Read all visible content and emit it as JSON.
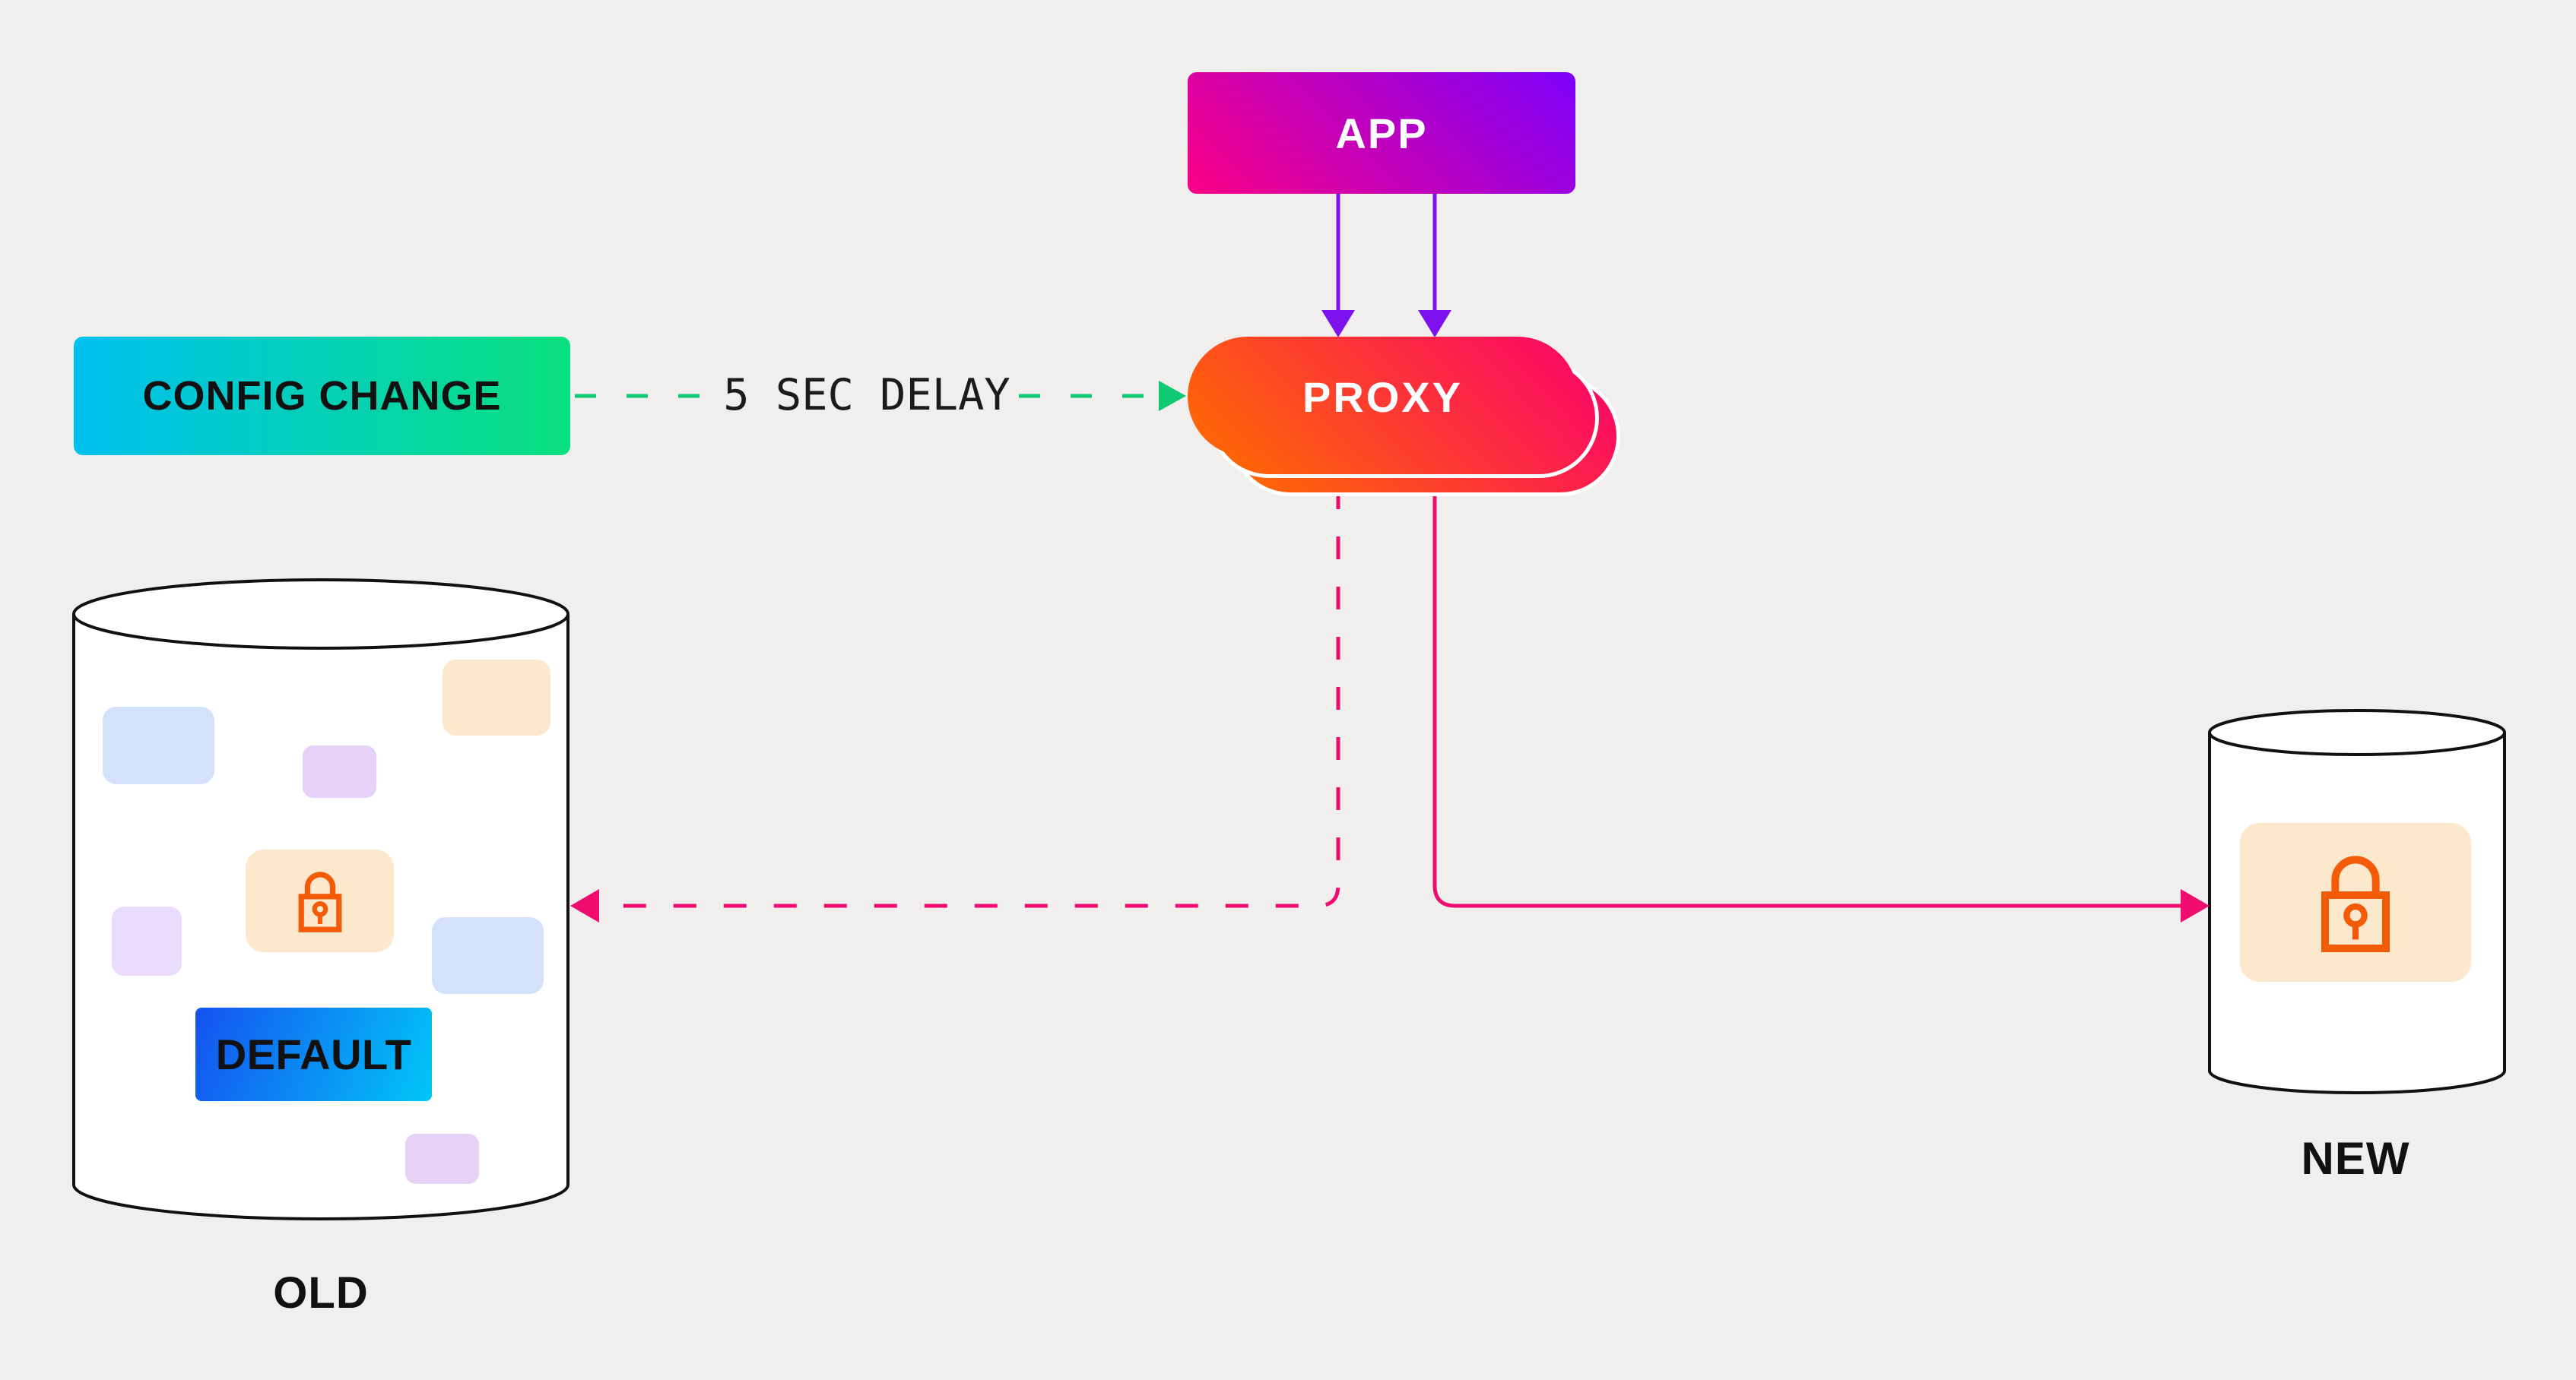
{
  "diagram_title": "config change proxy cutover diagram",
  "colors": {
    "bg": "#f0efed",
    "ink": "#111111",
    "white": "#ffffff",
    "app_grad_start": "#fa0084",
    "app_grad_end": "#7d00fa",
    "purple": "#7d12ee",
    "proxy_grad_start": "#ff6b00",
    "proxy_grad_end": "#fa0567",
    "green": "#10c973",
    "config_grad_start": "#00c0f0",
    "config_grad_end": "#0be07e",
    "pink": "#f00b6e",
    "default_grad_start": "#1552f0",
    "default_grad_end": "#00c6f7",
    "peach": "#fce8cd",
    "light_blue": "#d3e1fa",
    "lavender": "#e6d1f7",
    "lavender_light": "#eadcfc",
    "lock_orange": "#f35b08"
  },
  "nodes": {
    "app": {
      "label": "APP"
    },
    "proxy": {
      "label": "PROXY",
      "stack_count": 3
    },
    "config_change": {
      "label": "CONFIG CHANGE"
    },
    "delay_note": {
      "label": "5 SEC DELAY"
    },
    "old_db": {
      "label": "OLD",
      "badge": "DEFAULT",
      "icon": "lock-icon"
    },
    "new_db": {
      "label": "NEW",
      "icon": "lock-icon"
    }
  },
  "edges": [
    {
      "from": "app",
      "to": "proxy",
      "style": "solid",
      "color": "purple",
      "arrows": 2
    },
    {
      "from": "config_change",
      "to": "proxy",
      "style": "dashed",
      "color": "green",
      "label": "5 SEC DELAY"
    },
    {
      "from": "proxy",
      "to": "old_db",
      "style": "dashed",
      "color": "pink"
    },
    {
      "from": "proxy",
      "to": "new_db",
      "style": "solid",
      "color": "pink"
    }
  ]
}
